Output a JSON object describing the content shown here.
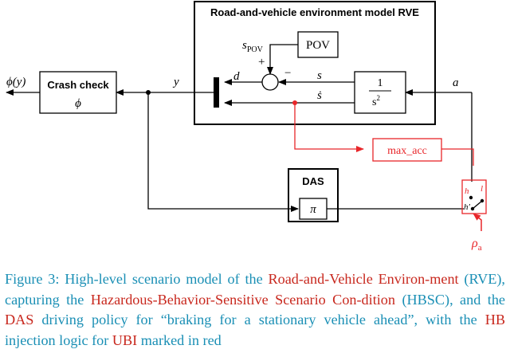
{
  "blocks": {
    "rve_title": "Road-and-vehicle environment model RVE",
    "pov": "POV",
    "crash_check_title": "Crash check",
    "crash_check_symbol": "ϕ",
    "das_title": "DAS",
    "das_symbol": "π",
    "max_acc": "max_acc",
    "integrator_num": "1",
    "integrator_den": "s",
    "integrator_exp": "2"
  },
  "signals": {
    "phi_y": "ϕ(y)",
    "y": "y",
    "d": "d",
    "s": "s",
    "s_dot": "ṡ",
    "a": "a",
    "s_pov": "s",
    "s_pov_sub": "POV",
    "plus": "+",
    "minus": "−",
    "switch_h": "h",
    "switch_l": "l",
    "switch_h_prime": "h′",
    "rho": "ρ",
    "rho_sub": "a"
  },
  "caption": {
    "t1": "Figure 3: High-level scenario model of the ",
    "t2": "Road-and-Vehicle Environ-ment",
    "t3": " (RVE), capturing the ",
    "t4": "Hazardous-Behavior-Sensitive Scenario Con-dition",
    "t5": " (HBSC), and the ",
    "t6": "DAS",
    "t7": " driving policy for “braking for a stationary vehicle ahead”, with the ",
    "t8": "HB",
    "t9": " injection logic for ",
    "t10": "UBI",
    "t11": " marked in red"
  },
  "colors": {
    "line": "#000000",
    "hb_red": "#e8262a",
    "caption_blue": "#1a8fb5",
    "caption_red": "#c8281e"
  }
}
